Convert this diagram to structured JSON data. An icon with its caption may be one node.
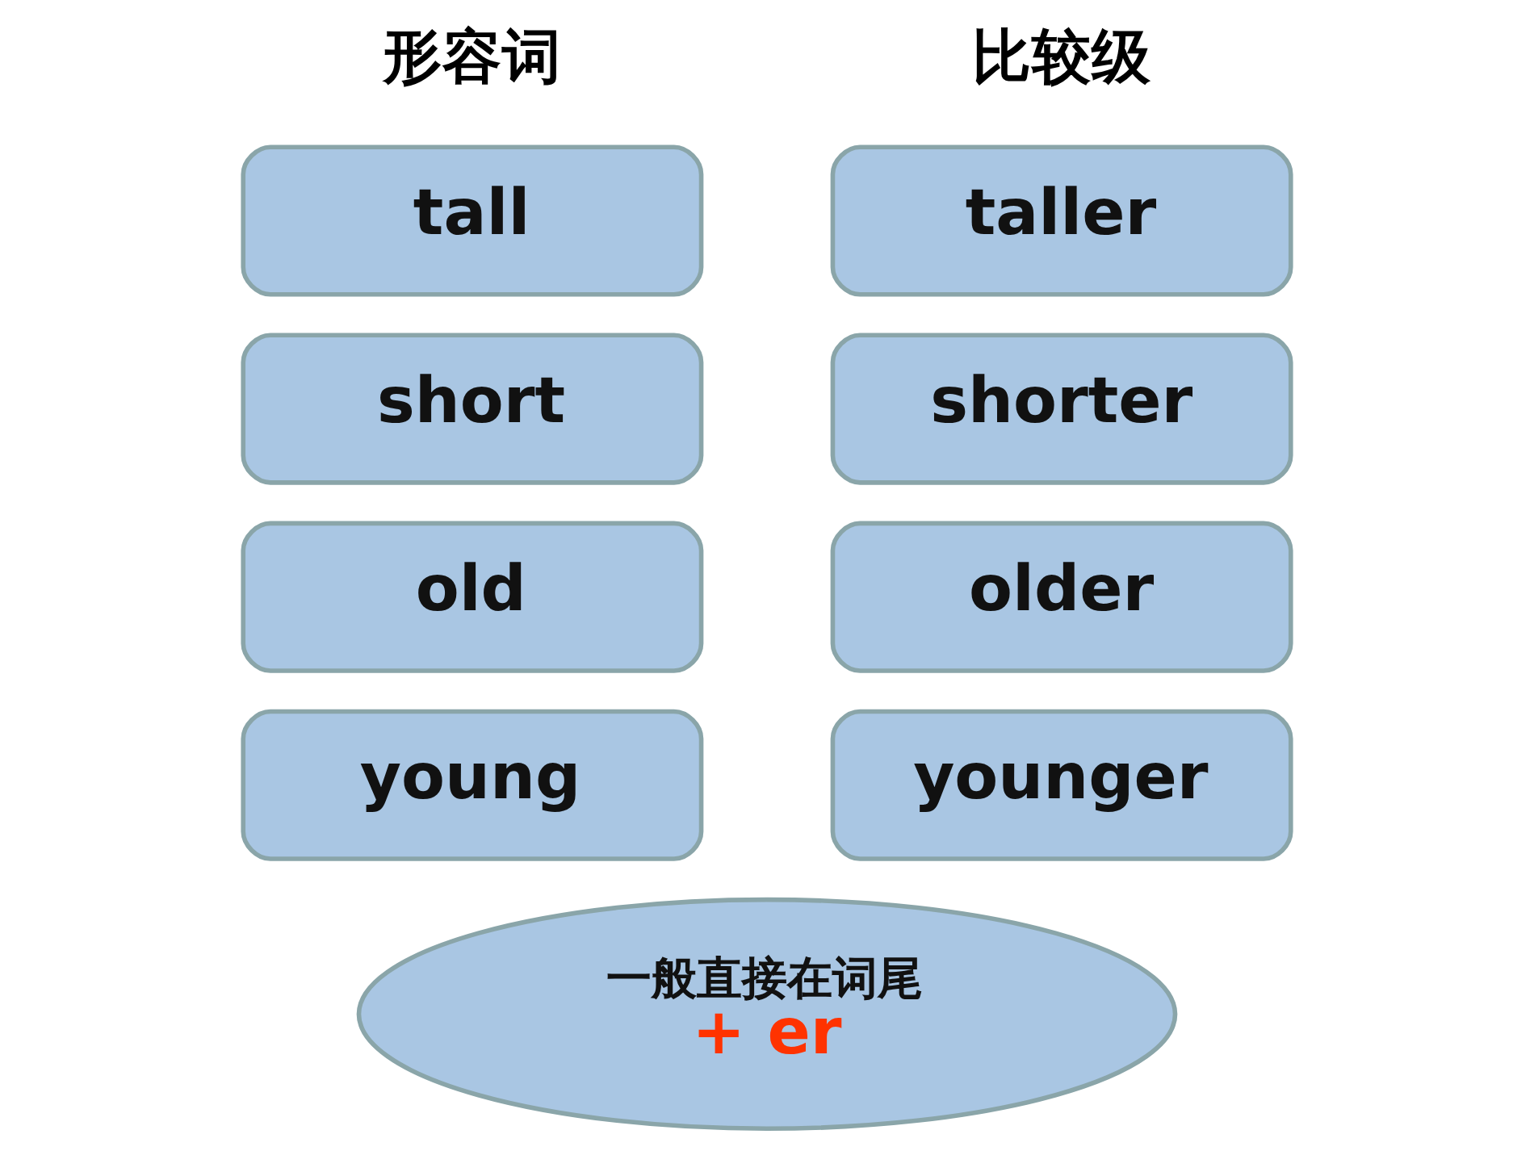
{
  "diagram": {
    "nodes": [
      {
        "text": [
          "tall"
        ]
      },
      {
        "text": [
          "taller"
        ]
      },
      {
        "text": [
          "short"
        ]
      },
      {
        "text": [
          "shorter"
        ]
      },
      {
        "text": [
          "old"
        ]
      },
      {
        "text": [
          "older"
        ]
      },
      {
        "text": [
          "young"
        ]
      },
      {
        "text": [
          "younger"
        ]
      },
      {
        "text": [
          "一般直接在词尾",
          "+ er"
        ]
      }
    ],
    "labels": [
      "形容词",
      "比较级"
    ]
  }
}
